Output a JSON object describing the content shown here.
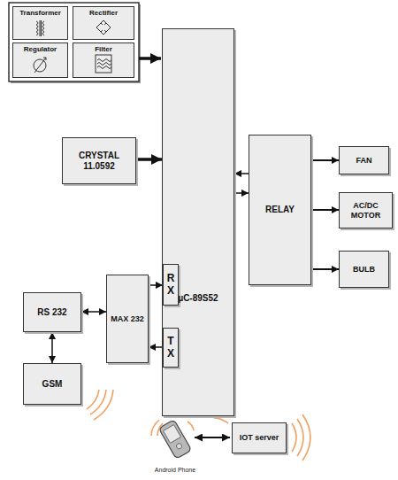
{
  "diagram": {
    "nodes": [
      {
        "text": [
          "Transformer"
        ]
      },
      {
        "text": [
          "Rectifier"
        ]
      },
      {
        "text": [
          "Regulator"
        ]
      },
      {
        "text": [
          "Filter"
        ]
      },
      {
        "text": [
          "CRYSTAL 11.0592"
        ]
      },
      {
        "text": [
          "µC-89S52"
        ]
      },
      {
        "text": [
          "R X"
        ],
        "in": 5
      },
      {
        "text": [
          "T X"
        ],
        "in": 5
      },
      {
        "text": [
          "RELAY"
        ]
      },
      {
        "text": [
          "FAN"
        ]
      },
      {
        "text": [
          "AC/DC MOTOR"
        ]
      },
      {
        "text": [
          "BULB"
        ]
      },
      {
        "text": [
          "RS 232"
        ]
      },
      {
        "text": [
          "MAX 232"
        ]
      },
      {
        "text": [
          "GSM"
        ]
      },
      {
        "text": [
          "IOT server"
        ]
      }
    ],
    "edges": [
      {
        "from": 4,
        "to": 5,
        "arrow": "to"
      },
      {
        "from": 8,
        "to": 5,
        "arrow": "to"
      },
      {
        "from": 5,
        "to": 8,
        "arrow": "to"
      },
      {
        "from": 8,
        "to": 9,
        "arrow": "to"
      },
      {
        "from": 8,
        "to": 10,
        "arrow": "to"
      },
      {
        "from": 8,
        "to": 11,
        "arrow": "to"
      },
      {
        "from": 12,
        "to": 13,
        "arrow": "both"
      },
      {
        "from": 13,
        "to": 6,
        "arrow": "to"
      },
      {
        "from": 7,
        "to": 13,
        "arrow": "to"
      },
      {
        "from": 12,
        "to": 14,
        "arrow": "both"
      }
    ],
    "labels": [
      "Android Phone"
    ]
  }
}
